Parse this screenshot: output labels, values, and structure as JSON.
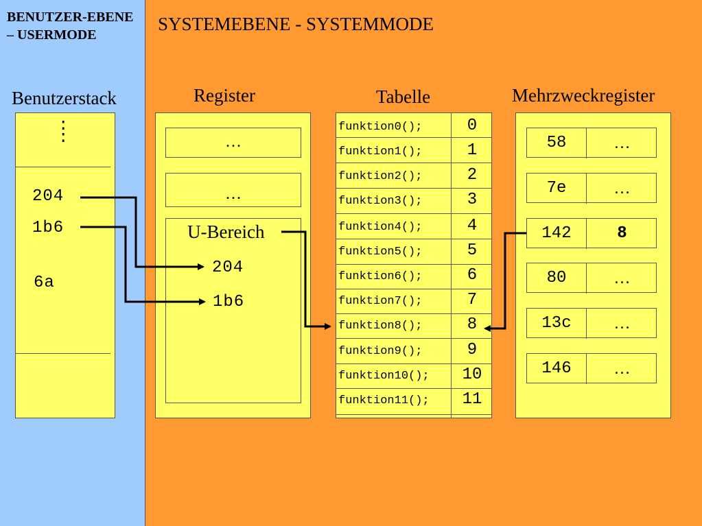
{
  "user_panel": {
    "title": "BENUTZER-EBENE – USERMODE",
    "stack_label": "Benutzerstack",
    "stack_dots": ":",
    "stack_values": [
      "204",
      "1b6",
      "6a"
    ]
  },
  "system_panel": {
    "title": "SYSTEMEBENE - SYSTEMMODE",
    "register": {
      "label": "Register",
      "boxes": [
        "…",
        "…"
      ],
      "u_bereich_label": "U-Bereich",
      "u_bereich_values": [
        "204",
        "1b6"
      ]
    },
    "tabelle": {
      "label": "Tabelle",
      "rows": [
        {
          "fn": "funktion0();",
          "idx": "0"
        },
        {
          "fn": "funktion1();",
          "idx": "1"
        },
        {
          "fn": "funktion2();",
          "idx": "2"
        },
        {
          "fn": "funktion3();",
          "idx": "3"
        },
        {
          "fn": "funktion4();",
          "idx": "4"
        },
        {
          "fn": "funktion5();",
          "idx": "5"
        },
        {
          "fn": "funktion6();",
          "idx": "6"
        },
        {
          "fn": "funktion7();",
          "idx": "7"
        },
        {
          "fn": "funktion8();",
          "idx": "8"
        },
        {
          "fn": "funktion9();",
          "idx": "9"
        },
        {
          "fn": "funktion10();",
          "idx": "10"
        },
        {
          "fn": "funktion11();",
          "idx": "11"
        }
      ]
    },
    "mehrzweckregister": {
      "label": "Mehrzweckregister",
      "rows": [
        {
          "key": "58",
          "val": "…"
        },
        {
          "key": "7e",
          "val": "…"
        },
        {
          "key": "142",
          "val": "8"
        },
        {
          "key": "80",
          "val": "…"
        },
        {
          "key": "13c",
          "val": "…"
        },
        {
          "key": "146",
          "val": "…"
        }
      ]
    }
  },
  "colors": {
    "user_panel": "#9fcbfd",
    "system_panel": "#ff9a33",
    "box_fill": "#ffff66"
  }
}
